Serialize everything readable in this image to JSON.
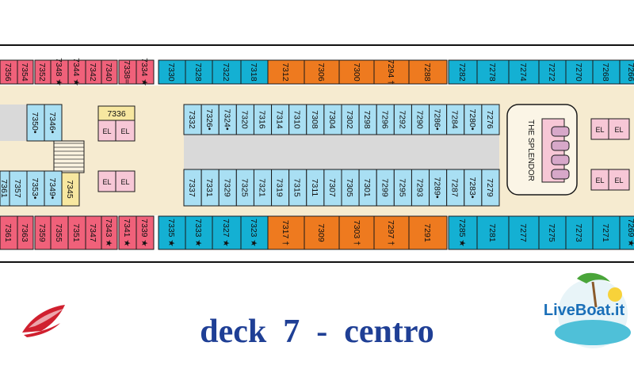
{
  "colors": {
    "pink": "#f0617a",
    "orange": "#ee7a1f",
    "blue": "#14b0d3",
    "light_blue": "#a9dff3",
    "pale_pink": "#f7c7d6",
    "corridor": "#f6ebd0",
    "gray": "#d9d9d9",
    "yellow": "#f7e7a0",
    "title_blue": "#1f3f95",
    "carnival_red": "#d0202f"
  },
  "deck_title": "deck  7  -  centro",
  "lounge_label": "THE SPLENDOR",
  "el_label": "EL",
  "logo_text": "LiveBoat.it",
  "top_outer": [
    {
      "label": "7356",
      "c": "pink"
    },
    {
      "label": "7354",
      "c": "pink"
    },
    {
      "label": "7352",
      "c": "pink"
    },
    {
      "label": "7348 ★",
      "c": "pink"
    },
    {
      "label": "7344 ★",
      "c": "pink"
    },
    {
      "label": "7342",
      "c": "pink"
    },
    {
      "label": "7340",
      "c": "pink"
    },
    {
      "label": "7338=",
      "c": "pink"
    },
    {
      "label": "7334 ★",
      "c": "pink"
    },
    {
      "label": "7330",
      "c": "blue"
    },
    {
      "label": "7328",
      "c": "blue"
    },
    {
      "label": "7322",
      "c": "blue"
    },
    {
      "label": "7318",
      "c": "blue"
    },
    {
      "label": "7312",
      "c": "orange"
    },
    {
      "label": "7306",
      "c": "orange"
    },
    {
      "label": "7300",
      "c": "orange"
    },
    {
      "label": "7294 †",
      "c": "orange"
    },
    {
      "label": "7288",
      "c": "orange"
    },
    {
      "label": "7282",
      "c": "blue"
    },
    {
      "label": "7278",
      "c": "blue"
    },
    {
      "label": "7274",
      "c": "blue"
    },
    {
      "label": "7272",
      "c": "blue"
    },
    {
      "label": "7270",
      "c": "blue"
    },
    {
      "label": "7268",
      "c": "blue"
    },
    {
      "label": "7266",
      "c": "blue"
    }
  ],
  "bottom_outer": [
    {
      "label": "7361",
      "c": "pink"
    },
    {
      "label": "7363",
      "c": "pink"
    },
    {
      "label": "7359",
      "c": "pink"
    },
    {
      "label": "7355",
      "c": "pink"
    },
    {
      "label": "7351",
      "c": "pink"
    },
    {
      "label": "7347",
      "c": "pink"
    },
    {
      "label": "7343 ★",
      "c": "pink"
    },
    {
      "label": "7341 ★",
      "c": "pink"
    },
    {
      "label": "7339 ★",
      "c": "pink"
    },
    {
      "label": "7335 ★",
      "c": "blue"
    },
    {
      "label": "7333 ★",
      "c": "blue"
    },
    {
      "label": "7327 ★",
      "c": "blue"
    },
    {
      "label": "7323 ★",
      "c": "blue"
    },
    {
      "label": "7317 †",
      "c": "orange"
    },
    {
      "label": "7309",
      "c": "orange"
    },
    {
      "label": "7303 †",
      "c": "orange"
    },
    {
      "label": "7297 †",
      "c": "orange"
    },
    {
      "label": "7291",
      "c": "orange"
    },
    {
      "label": "7285 ★",
      "c": "blue"
    },
    {
      "label": "7281",
      "c": "blue"
    },
    {
      "label": "7277",
      "c": "blue"
    },
    {
      "label": "7275",
      "c": "blue"
    },
    {
      "label": "7273",
      "c": "blue"
    },
    {
      "label": "7271",
      "c": "blue"
    },
    {
      "label": "7269 ★",
      "c": "blue"
    }
  ],
  "inner_top": [
    "7332",
    "7326•",
    "7324•",
    "7320",
    "7316",
    "7314",
    "7310",
    "7308",
    "7304",
    "7302",
    "7298",
    "7296",
    "7292",
    "7290",
    "7286•",
    "7284",
    "7280•",
    "7276"
  ],
  "inner_bottom": [
    "7337",
    "7331",
    "7329",
    "7325",
    "7321",
    "7319",
    "7315",
    "7311",
    "7307",
    "7305",
    "7301",
    "7299",
    "7295",
    "7293",
    "7289•",
    "7287",
    "7283•",
    "7279"
  ],
  "left_block": {
    "upper": [
      {
        "label": "7350•",
        "c": "light_blue"
      },
      {
        "label": "7346•",
        "c": "light_blue"
      }
    ],
    "lower": [
      {
        "label": "7357",
        "c": "light_blue"
      },
      {
        "label": "7353•",
        "c": "light_blue"
      },
      {
        "label": "7349•",
        "c": "light_blue"
      },
      {
        "label": "7345",
        "c": "yellow"
      }
    ],
    "edge_upper": "",
    "edge_lower": "7361",
    "box_7336": "7336"
  }
}
